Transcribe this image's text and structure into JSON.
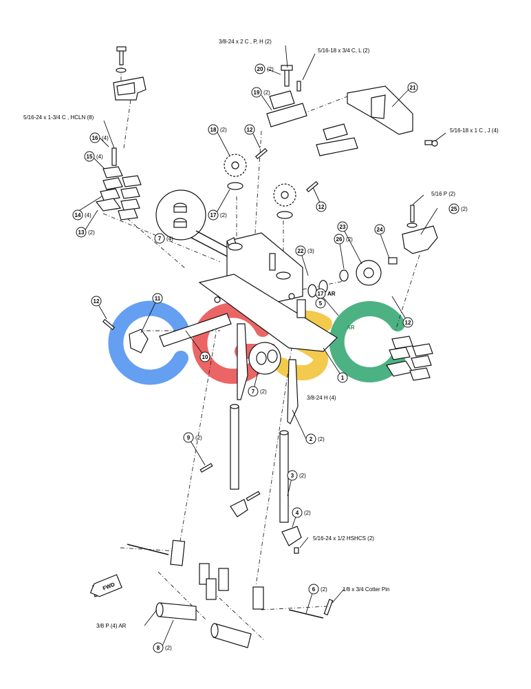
{
  "fasteners": {
    "f1": "3/8-24 x 2 C , P, H (2)",
    "f2": "5/16-18 x 3/4 C, L (2)",
    "f3": "5/16-24 x 1-3/4 C , HCLN (8)",
    "f4": "5/16-18 x 1 C , J (4)",
    "f5": "5/16  P (2)",
    "f6": "3/8-24 H (4)",
    "f7": "5/16-24 x 1/2 HSHCS (2)",
    "f8": "1/8 x 3/4 Cotter Pin",
    "f9": "3/8 P (4)  AR"
  },
  "callouts": [
    {
      "n": "1",
      "qty": ""
    },
    {
      "n": "2",
      "qty": "(2)"
    },
    {
      "n": "3",
      "qty": "(2)"
    },
    {
      "n": "4",
      "qty": "(2)"
    },
    {
      "n": "5",
      "qty": ""
    },
    {
      "n": "6",
      "qty": "(2)"
    },
    {
      "n": "7",
      "qty": "(4)"
    },
    {
      "n": "7",
      "qty": "(2)"
    },
    {
      "n": "8",
      "qty": "(2)"
    },
    {
      "n": "9",
      "qty": "(2)"
    },
    {
      "n": "10",
      "qty": ""
    },
    {
      "n": "11",
      "qty": ""
    },
    {
      "n": "12",
      "qty": ""
    },
    {
      "n": "12",
      "qty": ""
    },
    {
      "n": "12",
      "qty": ""
    },
    {
      "n": "12",
      "qty": ""
    },
    {
      "n": "13",
      "qty": "(2)"
    },
    {
      "n": "14",
      "qty": "(4)"
    },
    {
      "n": "15",
      "qty": "(4)"
    },
    {
      "n": "16",
      "qty": "(4)"
    },
    {
      "n": "17",
      "qty": "(2)"
    },
    {
      "n": "17",
      "qty": "AR"
    },
    {
      "n": "18",
      "qty": "(2)"
    },
    {
      "n": "19",
      "qty": "(2)"
    },
    {
      "n": "20",
      "qty": "(2)"
    },
    {
      "n": "21",
      "qty": ""
    },
    {
      "n": "22",
      "qty": "(3)"
    },
    {
      "n": "23",
      "qty": ""
    },
    {
      "n": "24",
      "qty": ""
    },
    {
      "n": "25",
      "qty": "(2)"
    },
    {
      "n": "26",
      "qty": "(2)"
    }
  ],
  "ar_tag": "AR",
  "fwd_label": "FWD",
  "watermark": {
    "letters": [
      "C",
      "G",
      "S",
      "C"
    ],
    "colors": [
      "#4a8fef",
      "#e94b4b",
      "#f2c12e",
      "#2fa56e"
    ]
  }
}
